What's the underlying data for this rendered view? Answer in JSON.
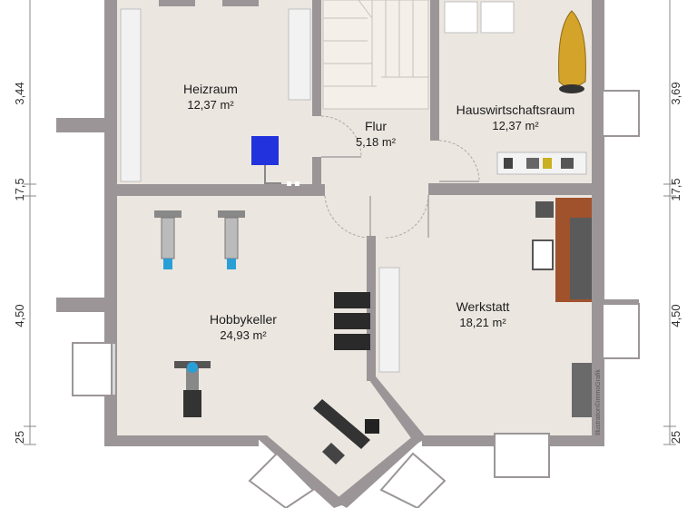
{
  "colors": {
    "wall": "#9b9598",
    "floor": "#ece6e0",
    "dim_line": "#888888",
    "heater": "#2233dd",
    "workbench": "#a0522d",
    "ironing_board": "#d4a32a"
  },
  "rooms": [
    {
      "name": "Heizraum",
      "area": "12,37 m²"
    },
    {
      "name": "Flur",
      "area": "5,18 m²"
    },
    {
      "name": "Hauswirtschaftsraum",
      "area": "12,37 m²"
    },
    {
      "name": "Hobbykeller",
      "area": "24,93 m²"
    },
    {
      "name": "Werkstatt",
      "area": "18,21 m²"
    }
  ],
  "dimensions": {
    "left": [
      "3,44",
      "17,5",
      "4,50",
      "25"
    ],
    "right": [
      "3,69",
      "17,5",
      "4,50",
      "25"
    ]
  },
  "credit": "Illustration©immoGrafik",
  "icons": [
    "stairs-icon",
    "radiator-icon",
    "heater-icon",
    "washing-machine-icon",
    "dryer-icon",
    "ironing-board-icon",
    "shoe-rack-icon",
    "workbench-icon",
    "chair-icon",
    "weight-machine-icon",
    "exercise-bike-icon",
    "weight-bench-icon",
    "dumbbell-rack-icon",
    "cabinet-icon",
    "window-icon"
  ]
}
